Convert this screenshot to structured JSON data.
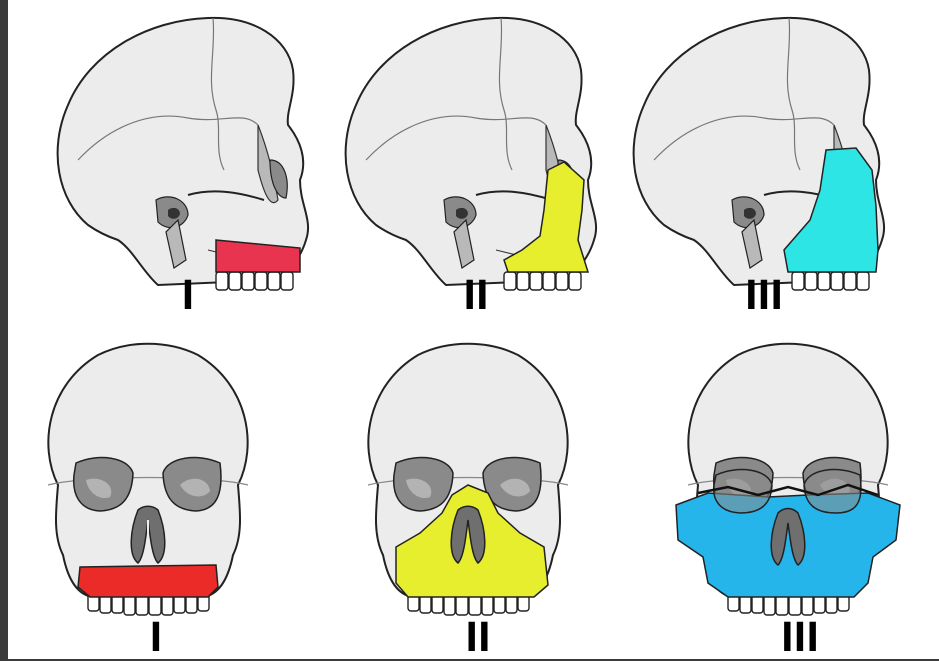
{
  "diagram": {
    "lateral_row": {
      "panels": [
        {
          "roman": "I",
          "fracture_color": "#e8344f"
        },
        {
          "roman": "II",
          "fracture_color": "#e6ee2d"
        },
        {
          "roman": "III",
          "fracture_color": "#2ee5e5"
        }
      ]
    },
    "frontal_row": {
      "panels": [
        {
          "roman": "I",
          "fracture_color": "#ea2b27"
        },
        {
          "roman": "II",
          "fracture_color": "#e6ee2d"
        },
        {
          "roman": "III",
          "fracture_color": "#25b5ea"
        }
      ]
    },
    "colors": {
      "bone": "#ececec",
      "bone_shadow": "#b9b9b9",
      "cavity": "#8a8a8a",
      "outline": "#222222",
      "background": "#ffffff",
      "frame": "#3b3b3b"
    }
  }
}
